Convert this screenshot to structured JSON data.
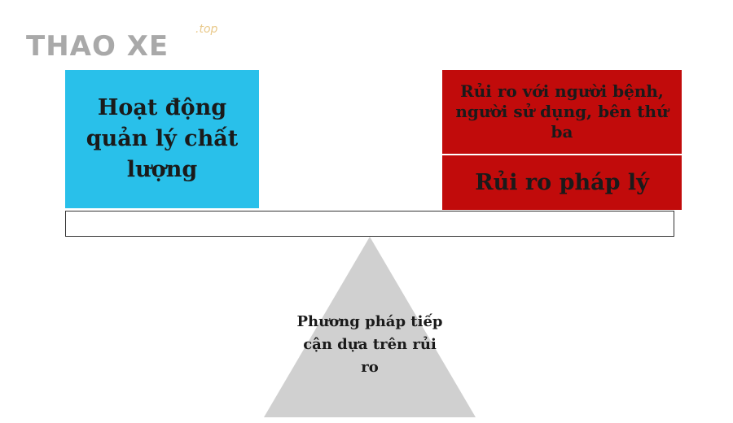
{
  "watermark": {
    "brand": "THAO XE",
    "suffix": ".top"
  },
  "left_box": {
    "text": "Hoạt động quản lý chất lượng"
  },
  "right_box_top": {
    "text": "Rủi ro với người bệnh, người sử dụng, bên thứ ba"
  },
  "right_box_bottom": {
    "text": "Rủi ro pháp lý"
  },
  "fulcrum": {
    "text": "Phương pháp tiếp cận dựa trên rủi ro"
  },
  "colors": {
    "left_box": "#29c0ea",
    "right_boxes": "#c10b0b",
    "fulcrum": "#d0d0d0",
    "beam_border": "#333333"
  }
}
